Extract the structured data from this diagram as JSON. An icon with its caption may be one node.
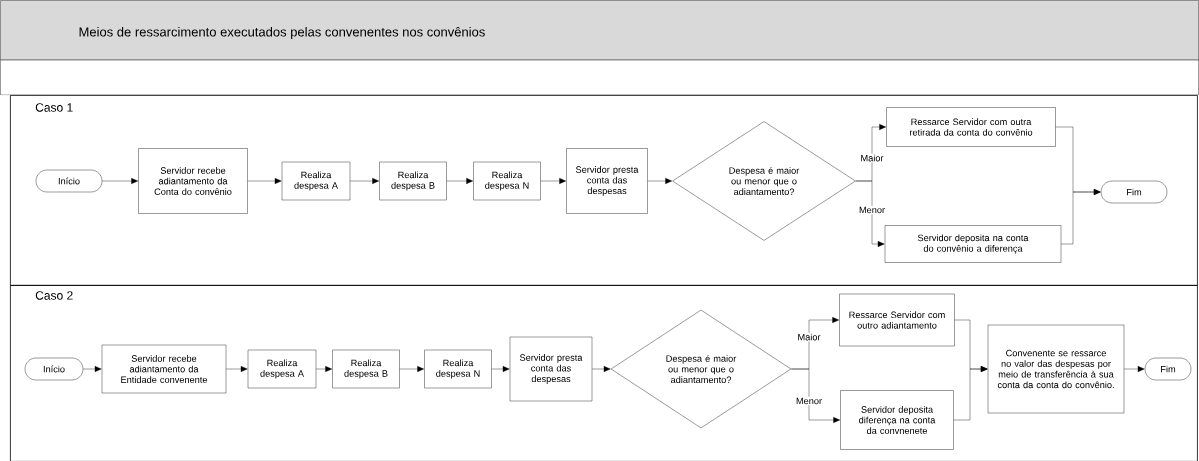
{
  "diagram": {
    "title": "Meios de ressarcimento executados pelas convenentes nos convênios",
    "nodes": [
      {
        "text": [
          "Caso 1"
        ]
      },
      {
        "text": [
          "Caso 2"
        ]
      },
      {
        "text": [
          "Início"
        ],
        "in": 0
      },
      {
        "text": [
          "Servidor recebe adiantamento da Conta do convênio"
        ],
        "in": 0
      },
      {
        "text": [
          "Realiza despesa A"
        ],
        "in": 0
      },
      {
        "text": [
          "Realiza despesa B"
        ],
        "in": 0
      },
      {
        "text": [
          "Realiza despesa N"
        ],
        "in": 0
      },
      {
        "text": [
          "Servidor presta conta das despesas"
        ],
        "in": 0
      },
      {
        "text": [
          "Despesa é maior ou menor que o adiantamento?"
        ],
        "in": 0
      },
      {
        "text": [
          "Ressarce Servidor com outra retirada da conta do convênio"
        ],
        "in": 0
      },
      {
        "text": [
          "Servidor deposita na conta do convênio a diferença"
        ],
        "in": 0
      },
      {
        "text": [
          "Fim"
        ],
        "in": 0
      },
      {
        "text": [
          "Início"
        ],
        "in": 1
      },
      {
        "text": [
          "Servidor recebe adiantamento da Entidade convenente"
        ],
        "in": 1
      },
      {
        "text": [
          "Realiza despesa A"
        ],
        "in": 1
      },
      {
        "text": [
          "Realiza despesa B"
        ],
        "in": 1
      },
      {
        "text": [
          "Realiza despesa N"
        ],
        "in": 1
      },
      {
        "text": [
          "Servidor presta conta das despesas"
        ],
        "in": 1
      },
      {
        "text": [
          "Despesa é maior ou menor que o adiantamento?"
        ],
        "in": 1
      },
      {
        "text": [
          "Ressarce Servidor com outro adiantamento"
        ],
        "in": 1
      },
      {
        "text": [
          "Servidor deposita diferença na conta da convnenete"
        ],
        "in": 1
      },
      {
        "text": [
          "Convenente se ressarce no valor das despesas por meio de transferência à sua conta da conta do convênio."
        ],
        "in": 1
      },
      {
        "text": [
          "Fim"
        ],
        "in": 1
      }
    ],
    "edges": [
      {
        "from": 2,
        "to": 3,
        "arrow": "to"
      },
      {
        "from": 3,
        "to": 4,
        "arrow": "to"
      },
      {
        "from": 4,
        "to": 5,
        "arrow": "to"
      },
      {
        "from": 5,
        "to": 6,
        "arrow": "to"
      },
      {
        "from": 6,
        "to": 7,
        "arrow": "to"
      },
      {
        "from": 7,
        "to": 8,
        "arrow": "to"
      },
      {
        "from": 8,
        "to": 9,
        "arrow": "to",
        "label": "Maior"
      },
      {
        "from": 8,
        "to": 10,
        "arrow": "to",
        "label": "Menor"
      },
      {
        "from": 9,
        "to": 11,
        "arrow": "to"
      },
      {
        "from": 10,
        "to": 11,
        "arrow": "to"
      },
      {
        "from": 12,
        "to": 13,
        "arrow": "to"
      },
      {
        "from": 13,
        "to": 14,
        "arrow": "to"
      },
      {
        "from": 14,
        "to": 15,
        "arrow": "to"
      },
      {
        "from": 15,
        "to": 16,
        "arrow": "to"
      },
      {
        "from": 16,
        "to": 17,
        "arrow": "to"
      },
      {
        "from": 17,
        "to": 18,
        "arrow": "to"
      },
      {
        "from": 18,
        "to": 19,
        "arrow": "to",
        "label": "Maior"
      },
      {
        "from": 18,
        "to": 20,
        "arrow": "to",
        "label": "Menor"
      },
      {
        "from": 19,
        "to": 21,
        "arrow": "to"
      },
      {
        "from": 20,
        "to": 21,
        "arrow": "to"
      },
      {
        "from": 21,
        "to": 22,
        "arrow": "to"
      }
    ]
  }
}
